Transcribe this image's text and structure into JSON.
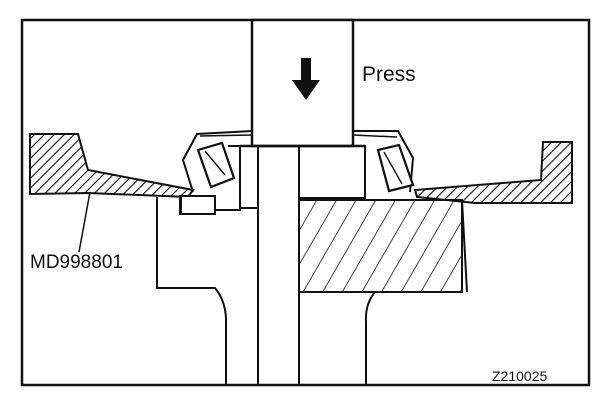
{
  "diagram": {
    "press_label": "Press",
    "tool_label": "MD998801",
    "figure_code": "Z210025"
  },
  "colors": {
    "ink": "#111111",
    "background": "#ffffff"
  }
}
